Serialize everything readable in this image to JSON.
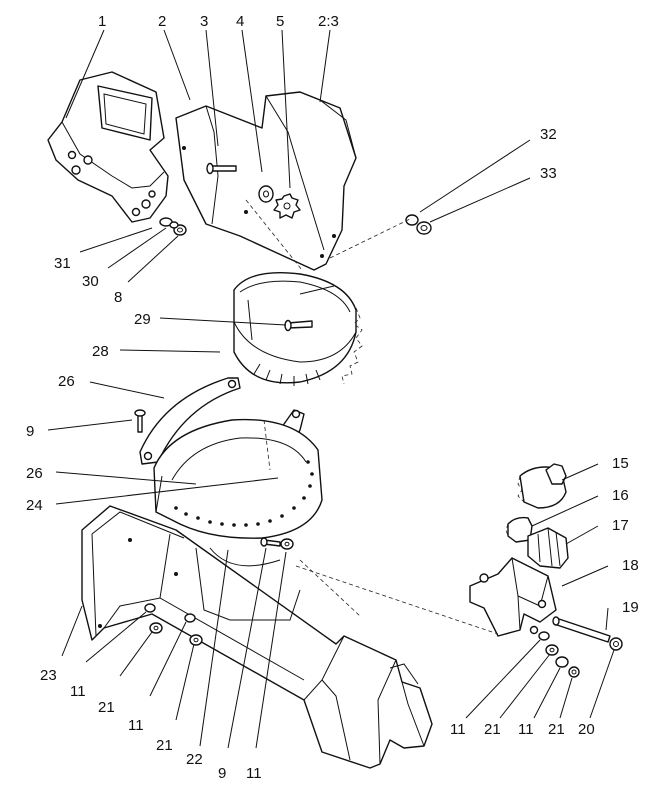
{
  "callouts": [
    {
      "id": "c1",
      "text": "1"
    },
    {
      "id": "c2",
      "text": "2"
    },
    {
      "id": "c3",
      "text": "3"
    },
    {
      "id": "c4",
      "text": "4"
    },
    {
      "id": "c5",
      "text": "5"
    },
    {
      "id": "c2_3",
      "text": "2:3"
    },
    {
      "id": "c32",
      "text": "32"
    },
    {
      "id": "c33",
      "text": "33"
    },
    {
      "id": "c31",
      "text": "31"
    },
    {
      "id": "c30",
      "text": "30"
    },
    {
      "id": "c8",
      "text": "8"
    },
    {
      "id": "c29",
      "text": "29"
    },
    {
      "id": "c28",
      "text": "28"
    },
    {
      "id": "c26a",
      "text": "26"
    },
    {
      "id": "c9a",
      "text": "9"
    },
    {
      "id": "c26b",
      "text": "26"
    },
    {
      "id": "c24",
      "text": "24"
    },
    {
      "id": "c15",
      "text": "15"
    },
    {
      "id": "c16",
      "text": "16"
    },
    {
      "id": "c17",
      "text": "17"
    },
    {
      "id": "c18",
      "text": "18"
    },
    {
      "id": "c19",
      "text": "19"
    },
    {
      "id": "c23",
      "text": "23"
    },
    {
      "id": "c11a",
      "text": "11"
    },
    {
      "id": "c21a",
      "text": "21"
    },
    {
      "id": "c11b",
      "text": "11"
    },
    {
      "id": "c21b",
      "text": "21"
    },
    {
      "id": "c22",
      "text": "22"
    },
    {
      "id": "c9b",
      "text": "9"
    },
    {
      "id": "c11c",
      "text": "11"
    },
    {
      "id": "c11d",
      "text": "11"
    },
    {
      "id": "c21c",
      "text": "21"
    },
    {
      "id": "c11e",
      "text": "11"
    },
    {
      "id": "c21d",
      "text": "21"
    },
    {
      "id": "c20",
      "text": "20"
    }
  ]
}
